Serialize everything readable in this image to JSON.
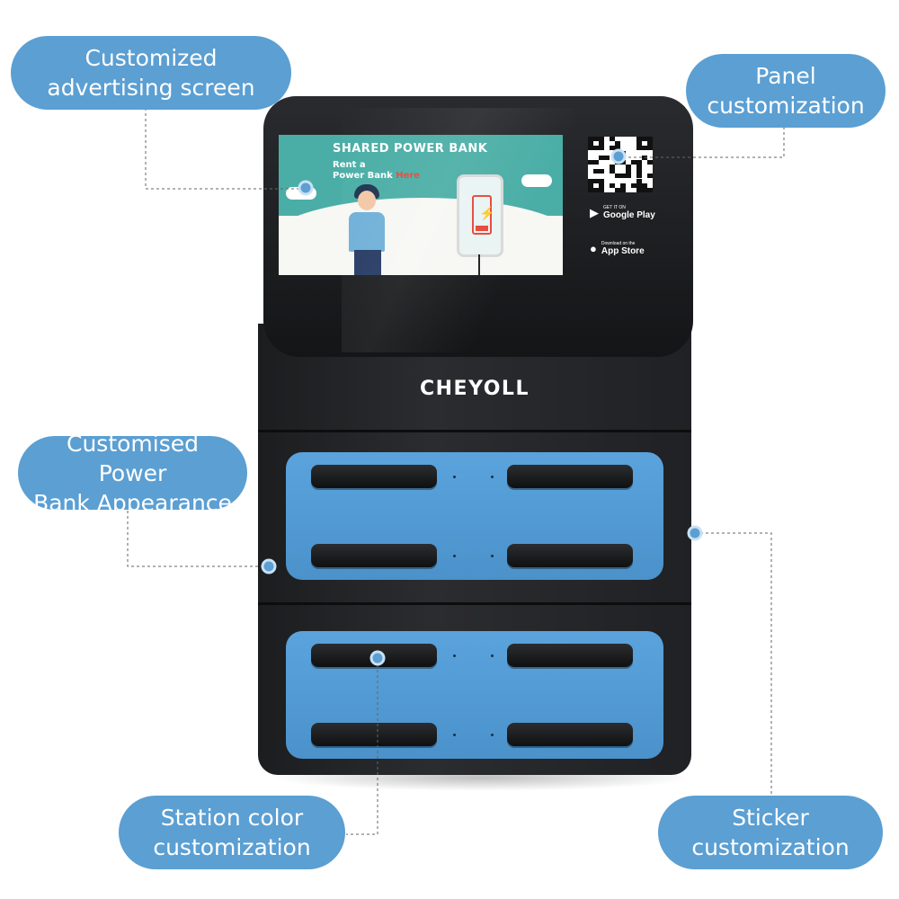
{
  "brand": "CHEYOLL",
  "screen": {
    "title": "SHARED POWER BANK",
    "line1": "Rent a",
    "line2_prefix": "Power Bank ",
    "line2_highlight": "Here",
    "google_play_small": "GET IT ON",
    "google_play_name": "Google Play",
    "app_store_small": "Download on the",
    "app_store_name": "App Store"
  },
  "callouts": {
    "ad_screen": {
      "line1": "Customized",
      "line2": "advertising screen"
    },
    "panel": {
      "line1": "Panel",
      "line2": "customization"
    },
    "power_bank": {
      "line1": "Customised Power",
      "line2": "Bank Appearance"
    },
    "station_color": {
      "line1": "Station color",
      "line2": "customization"
    },
    "sticker": {
      "line1": "Sticker",
      "line2": "customization"
    }
  },
  "colors": {
    "callout_bg": "#5b9fd3",
    "panel_blue": "#4b92cb",
    "screen_teal": "#4aaea6",
    "highlight_red": "#e8473a",
    "body_black": "#1c1d1f"
  },
  "icons": [
    "qr-code-icon",
    "google-play-icon",
    "apple-icon",
    "battery-icon",
    "lightning-icon"
  ]
}
